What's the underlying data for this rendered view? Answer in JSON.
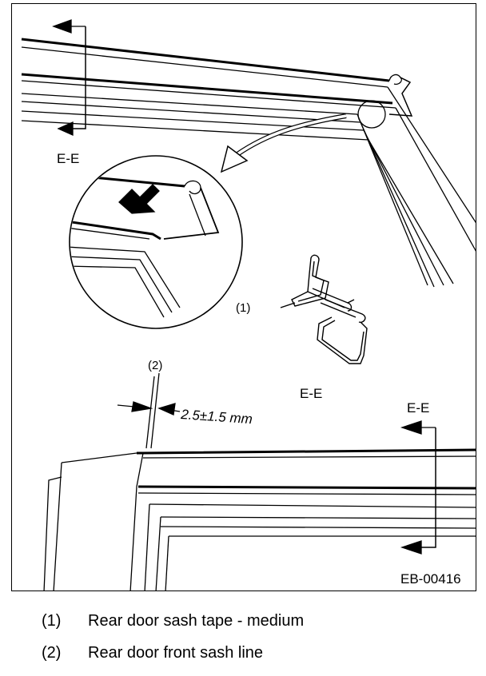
{
  "figure": {
    "id_code": "EB-00416",
    "section_label": "E-E",
    "callout_1": "(1)",
    "callout_2": "(2)",
    "dimension": "2.5±1.5 mm"
  },
  "legend": [
    {
      "num": "(1)",
      "text": "Rear door sash tape - medium"
    },
    {
      "num": "(2)",
      "text": "Rear door front sash line"
    }
  ]
}
